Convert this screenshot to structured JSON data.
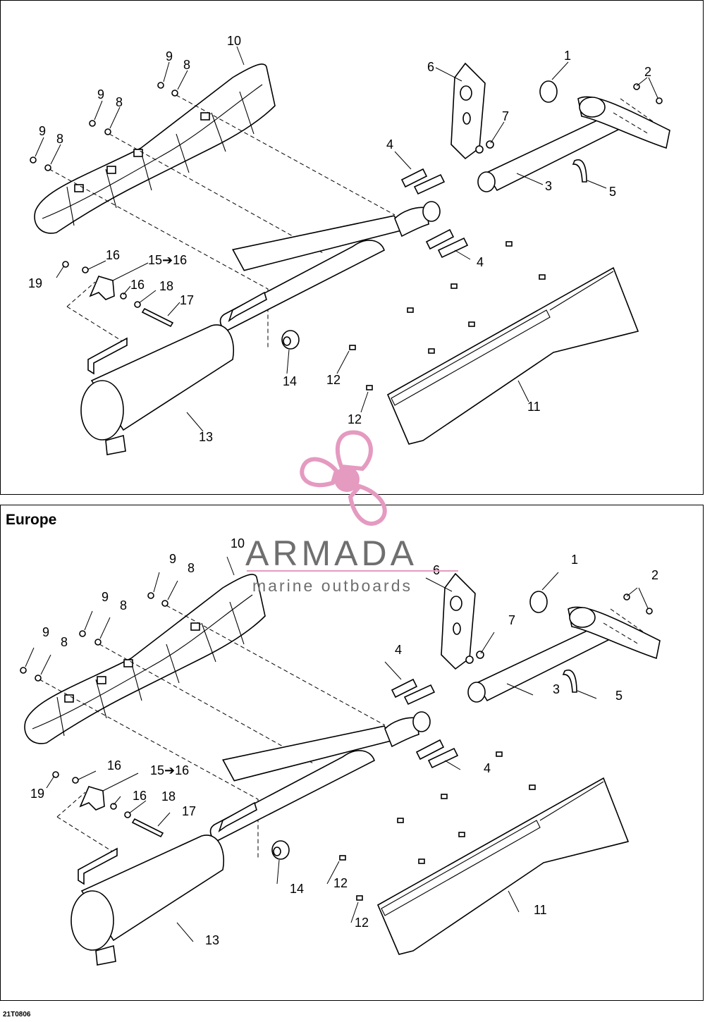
{
  "diagram": {
    "region_label": "Europe",
    "figure_code": "21T0806",
    "watermark": {
      "brand": "ARMADA",
      "tagline": "marine outboards",
      "accent_color": "#e59ac0",
      "icon": "propeller-icon"
    },
    "callouts": [
      "1",
      "2",
      "3",
      "4",
      "4",
      "5",
      "6",
      "7",
      "8",
      "8",
      "8",
      "9",
      "9",
      "9",
      "10",
      "11",
      "12",
      "12",
      "13",
      "14",
      "15➔16",
      "16",
      "16",
      "17",
      "18",
      "19"
    ]
  }
}
